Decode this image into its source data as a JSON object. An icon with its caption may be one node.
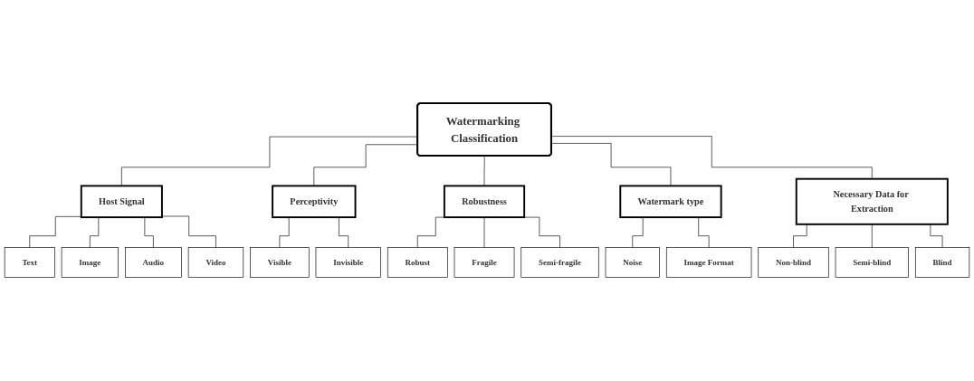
{
  "diagram": {
    "nodes": [
      {
        "text": [
          "Watermarking Classification"
        ]
      },
      {
        "text": [
          "Host Signal"
        ]
      },
      {
        "text": [
          "Text"
        ]
      },
      {
        "text": [
          "Image"
        ]
      },
      {
        "text": [
          "Audio"
        ]
      },
      {
        "text": [
          "Video"
        ]
      },
      {
        "text": [
          "Perceptivity"
        ]
      },
      {
        "text": [
          "Visible"
        ]
      },
      {
        "text": [
          "Invisible"
        ]
      },
      {
        "text": [
          "Robustness"
        ]
      },
      {
        "text": [
          "Robust"
        ]
      },
      {
        "text": [
          "Fragile"
        ]
      },
      {
        "text": [
          "Semi-fragile"
        ]
      },
      {
        "text": [
          "Watermark type"
        ]
      },
      {
        "text": [
          "Noise"
        ]
      },
      {
        "text": [
          "Image Format"
        ]
      },
      {
        "text": [
          "Necessary Data for Extraction"
        ]
      },
      {
        "text": [
          "Non-blind"
        ]
      },
      {
        "text": [
          "Semi-blind"
        ]
      },
      {
        "text": [
          "Blind"
        ]
      }
    ],
    "edges": [
      {
        "from": 0,
        "to": 1,
        "arrow": "none"
      },
      {
        "from": 0,
        "to": 6,
        "arrow": "none"
      },
      {
        "from": 0,
        "to": 9,
        "arrow": "none"
      },
      {
        "from": 0,
        "to": 13,
        "arrow": "none"
      },
      {
        "from": 0,
        "to": 16,
        "arrow": "none"
      },
      {
        "from": 1,
        "to": 2,
        "arrow": "none"
      },
      {
        "from": 1,
        "to": 3,
        "arrow": "none"
      },
      {
        "from": 1,
        "to": 4,
        "arrow": "none"
      },
      {
        "from": 1,
        "to": 5,
        "arrow": "none"
      },
      {
        "from": 6,
        "to": 7,
        "arrow": "none"
      },
      {
        "from": 6,
        "to": 8,
        "arrow": "none"
      },
      {
        "from": 9,
        "to": 10,
        "arrow": "none"
      },
      {
        "from": 9,
        "to": 11,
        "arrow": "none"
      },
      {
        "from": 9,
        "to": 12,
        "arrow": "none"
      },
      {
        "from": 13,
        "to": 14,
        "arrow": "none"
      },
      {
        "from": 13,
        "to": 15,
        "arrow": "none"
      },
      {
        "from": 16,
        "to": 17,
        "arrow": "none"
      },
      {
        "from": 16,
        "to": 18,
        "arrow": "none"
      },
      {
        "from": 16,
        "to": 19,
        "arrow": "none"
      }
    ]
  }
}
